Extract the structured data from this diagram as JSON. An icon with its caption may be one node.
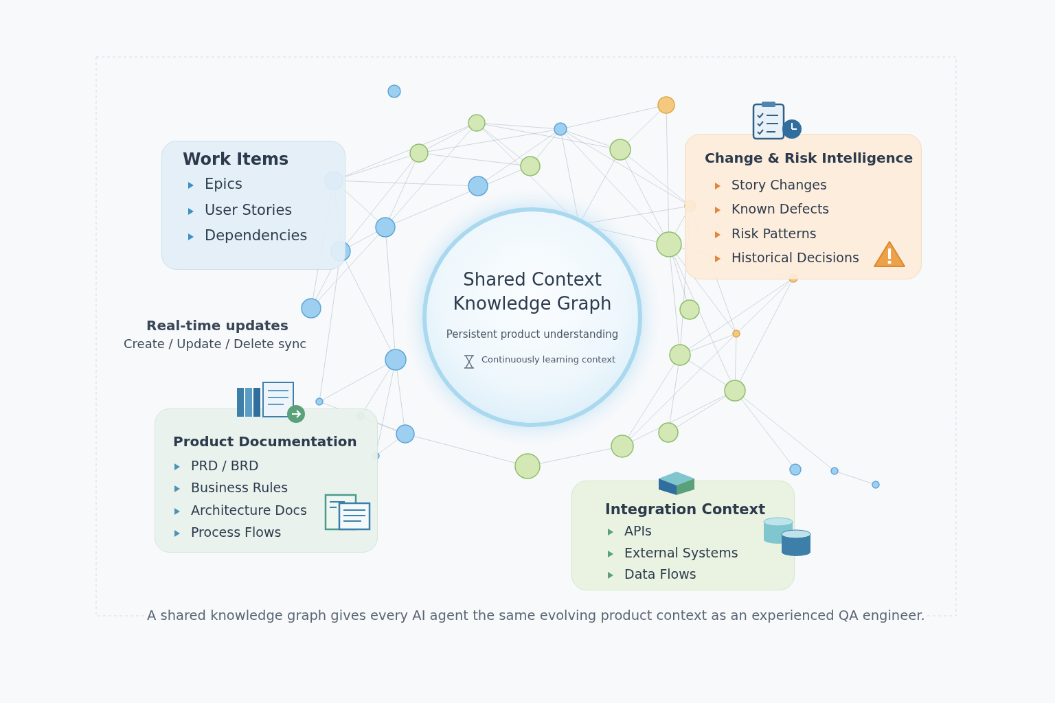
{
  "diagram": {
    "caption": "A shared knowledge graph gives every AI agent the same evolving product context as an experienced QA engineer.",
    "nodes": [
      {
        "text": [
          "Work Items",
          "Epics",
          "User Stories",
          "Dependencies"
        ]
      },
      {
        "text": [
          "Change & Risk Intelligence",
          "Story Changes",
          "Known Defects",
          "Risk Patterns",
          "Historical Decisions"
        ]
      },
      {
        "text": [
          "Shared Context Knowledge Graph",
          "Persistent product understanding",
          "Continuously learning context"
        ]
      },
      {
        "text": [
          "Product Documentation",
          "PRD / BRD",
          "Business Rules",
          "Architecture Docs",
          "Process Flows"
        ]
      },
      {
        "text": [
          "Integration Context",
          "APIs",
          "External Systems",
          "Data Flows"
        ]
      }
    ],
    "labels": [
      "Real-time updates",
      "Create / Update / Delete sync"
    ]
  }
}
